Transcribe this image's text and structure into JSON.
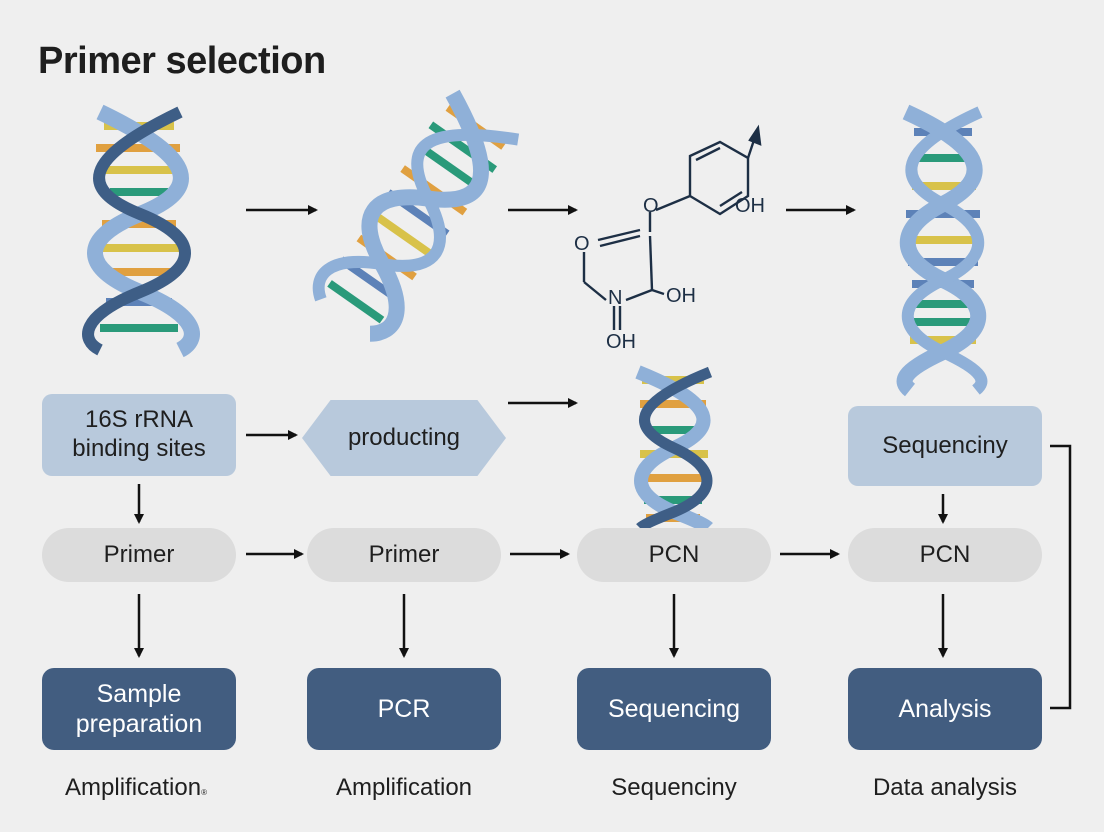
{
  "title": "Primer selection",
  "nodes": {
    "binding_sites": "16S rRNA\nbinding sites",
    "producting": "producting",
    "sequenciny_box": "Sequenciny",
    "primer_1": "Primer",
    "primer_2": "Primer",
    "pcn_1": "PCN",
    "pcn_2": "PCN",
    "sample_preparation": "Sample\npreparation",
    "pcr": "PCR",
    "sequencing": "Sequencing",
    "analysis": "Analysis"
  },
  "stages": {
    "amplification_1": "Amplification",
    "amplification_1_mark": "®",
    "amplification_2": "Amplification",
    "sequenciny": "Sequenciny",
    "data_analysis": "Data analysis"
  },
  "molecule": {
    "atom_o_ring": "O",
    "atom_o_carbonyl": "O",
    "atom_oh_phenol": "OH",
    "atom_n": "N",
    "atom_oh_ring": "OH",
    "atom_oh_n": "OH"
  },
  "colors": {
    "background": "#efefef",
    "dark_box": "#425d80",
    "light_box": "#b8c9dc",
    "pill": "#dcdcdc",
    "dna_strand_light": "#8fb0d8",
    "dna_strand_dark": "#3e5e86",
    "base_orange": "#e0a040",
    "base_yellow": "#d8c24a",
    "base_teal": "#2a9a7a",
    "base_blue": "#5d82b8"
  },
  "icons": [
    "dna-helix-icon",
    "molecule-structure-icon",
    "arrow-right-icon",
    "arrow-down-icon"
  ]
}
